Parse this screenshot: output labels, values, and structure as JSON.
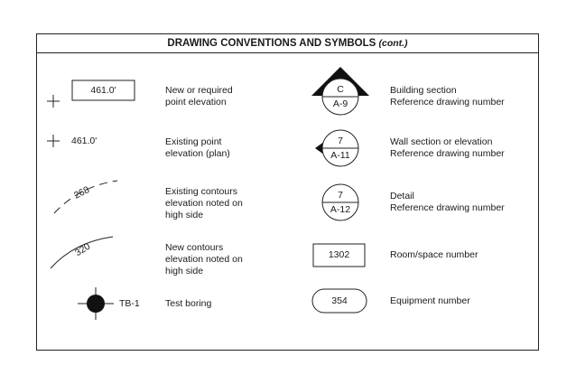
{
  "title": "DRAWING CONVENTIONS AND SYMBOLS",
  "title_suffix": "(cont.)",
  "left": [
    {
      "symbol": "new-point-elevation",
      "value": "461.0'",
      "desc": [
        "New or required",
        "point elevation"
      ]
    },
    {
      "symbol": "existing-point-elevation",
      "value": "461.0'",
      "desc": [
        "Existing point",
        "elevation (plan)"
      ]
    },
    {
      "symbol": "existing-contour",
      "value": "268",
      "desc": [
        "Existing contours",
        "elevation noted on",
        "high side"
      ]
    },
    {
      "symbol": "new-contour",
      "value": "320",
      "desc": [
        "New contours",
        "elevation noted on",
        "high side"
      ]
    },
    {
      "symbol": "test-boring",
      "value": "TB-1",
      "desc": [
        "Test boring"
      ]
    }
  ],
  "right": [
    {
      "symbol": "building-section",
      "top": "C",
      "bottom": "A-9",
      "desc": [
        "Building section",
        "Reference drawing number"
      ]
    },
    {
      "symbol": "wall-section",
      "top": "7",
      "bottom": "A-11",
      "desc": [
        "Wall section or elevation",
        "Reference drawing number"
      ]
    },
    {
      "symbol": "detail",
      "top": "7",
      "bottom": "A-12",
      "desc": [
        "Detail",
        "Reference drawing number"
      ]
    },
    {
      "symbol": "room-number",
      "value": "1302",
      "desc": [
        "Room/space number"
      ]
    },
    {
      "symbol": "equipment-number",
      "value": "354",
      "desc": [
        "Equipment number"
      ]
    }
  ]
}
